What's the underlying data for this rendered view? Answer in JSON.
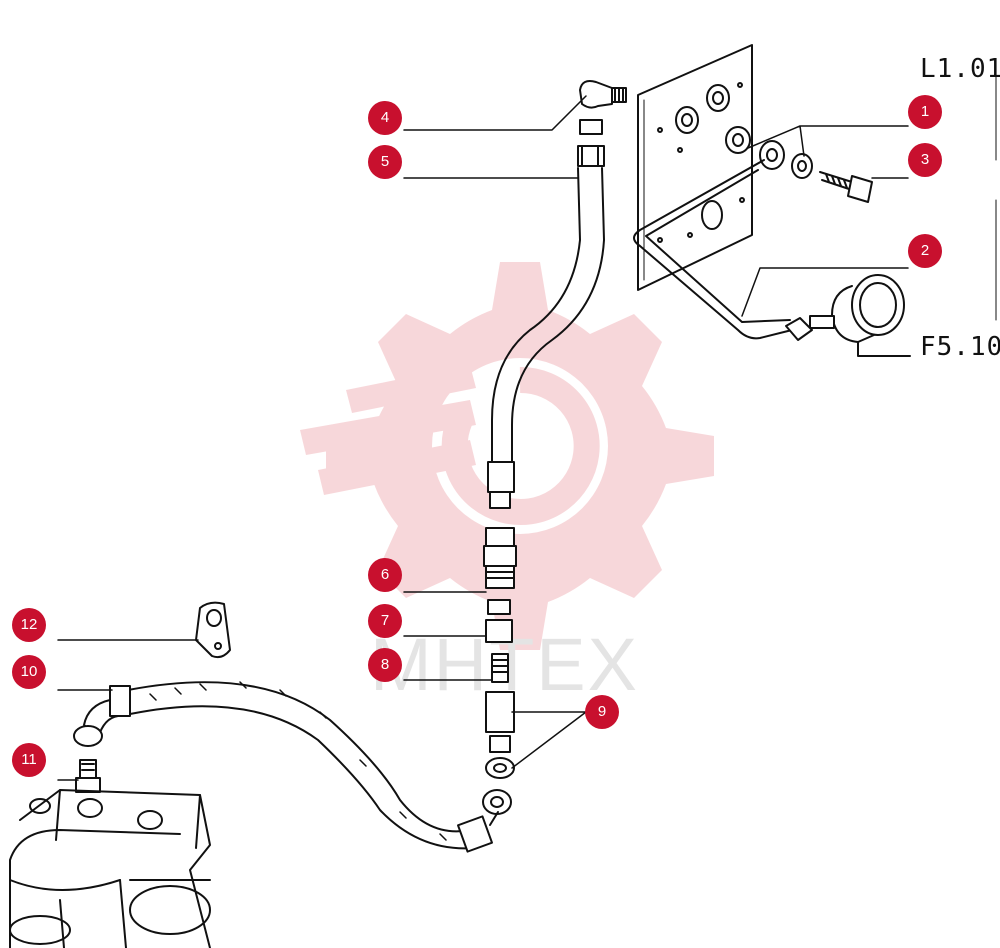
{
  "references": {
    "top_right": "L1.01",
    "gauge": "F5.10"
  },
  "callouts": [
    {
      "id": "c1",
      "label": "1"
    },
    {
      "id": "c2",
      "label": "2"
    },
    {
      "id": "c3",
      "label": "3"
    },
    {
      "id": "c4",
      "label": "4"
    },
    {
      "id": "c5",
      "label": "5"
    },
    {
      "id": "c6",
      "label": "6"
    },
    {
      "id": "c7",
      "label": "7"
    },
    {
      "id": "c8",
      "label": "8"
    },
    {
      "id": "c9",
      "label": "9"
    },
    {
      "id": "c10",
      "label": "10"
    },
    {
      "id": "c11",
      "label": "11"
    },
    {
      "id": "c12",
      "label": "12"
    }
  ],
  "watermark": {
    "text": "МНТЕХ",
    "gear_color": "#f2b8bc",
    "text_color": "#cfcfcf"
  },
  "colors": {
    "callout_fill": "#c8102e",
    "line": "#111111"
  }
}
